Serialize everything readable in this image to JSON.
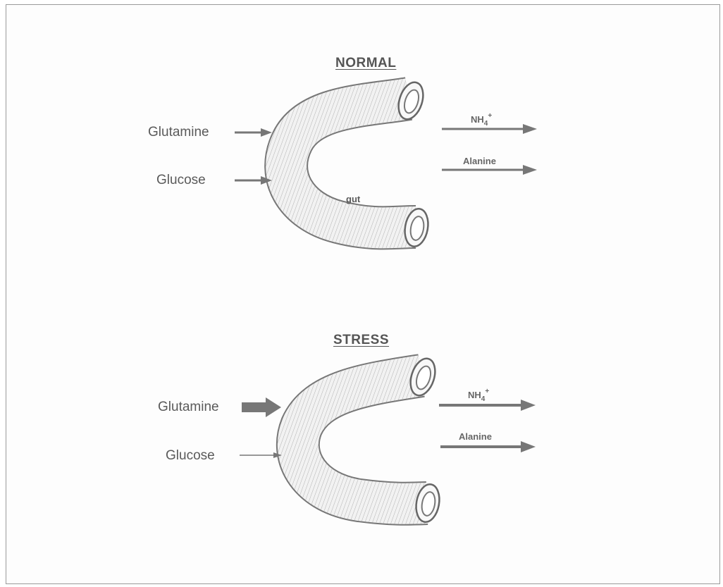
{
  "panels": {
    "normal": {
      "title": "NORMAL",
      "inputs": {
        "glutamine": "Glutamine",
        "glucose": "Glucose"
      },
      "organ_label": "gut",
      "outputs": {
        "ammonium_base": "NH",
        "ammonium_sub": "4",
        "ammonium_sup": "+",
        "alanine": "Alanine"
      }
    },
    "stress": {
      "title": "STRESS",
      "inputs": {
        "glutamine": "Glutamine",
        "glucose": "Glucose"
      },
      "outputs": {
        "ammonium_base": "NH",
        "ammonium_sub": "4",
        "ammonium_sup": "+",
        "alanine": "Alanine"
      }
    }
  },
  "colors": {
    "ink": "#777777",
    "tube_fill": "#f1f1f1",
    "frame": "#9a9a9a"
  }
}
